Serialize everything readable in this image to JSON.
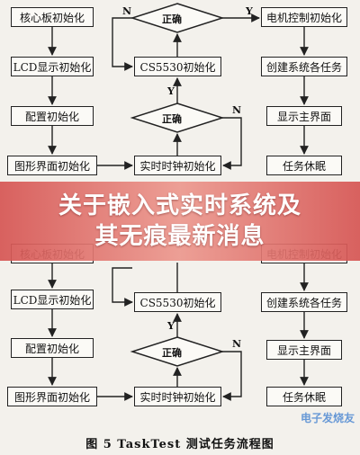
{
  "banner": {
    "line1": "关于嵌入式实时系统及",
    "line2": "其无痕最新消息"
  },
  "flowchart": {
    "left_col": [
      "核心板初始化",
      "LCD显示初始化",
      "配置初始化",
      "图形界面初始化"
    ],
    "middle_nodes": {
      "cond_top": "正确",
      "cs5530": "CS5530初始化",
      "cond_mid": "正确",
      "rtc": "实时时钟初始化"
    },
    "right_col": [
      "电机控制初始化",
      "创建系统各任务",
      "显示主界面",
      "任务休眠"
    ],
    "branch_labels": {
      "no": "N",
      "yes": "Y"
    }
  },
  "caption": "图 5   TaskTest 测试任务流程图",
  "watermark": "电子发烧友"
}
